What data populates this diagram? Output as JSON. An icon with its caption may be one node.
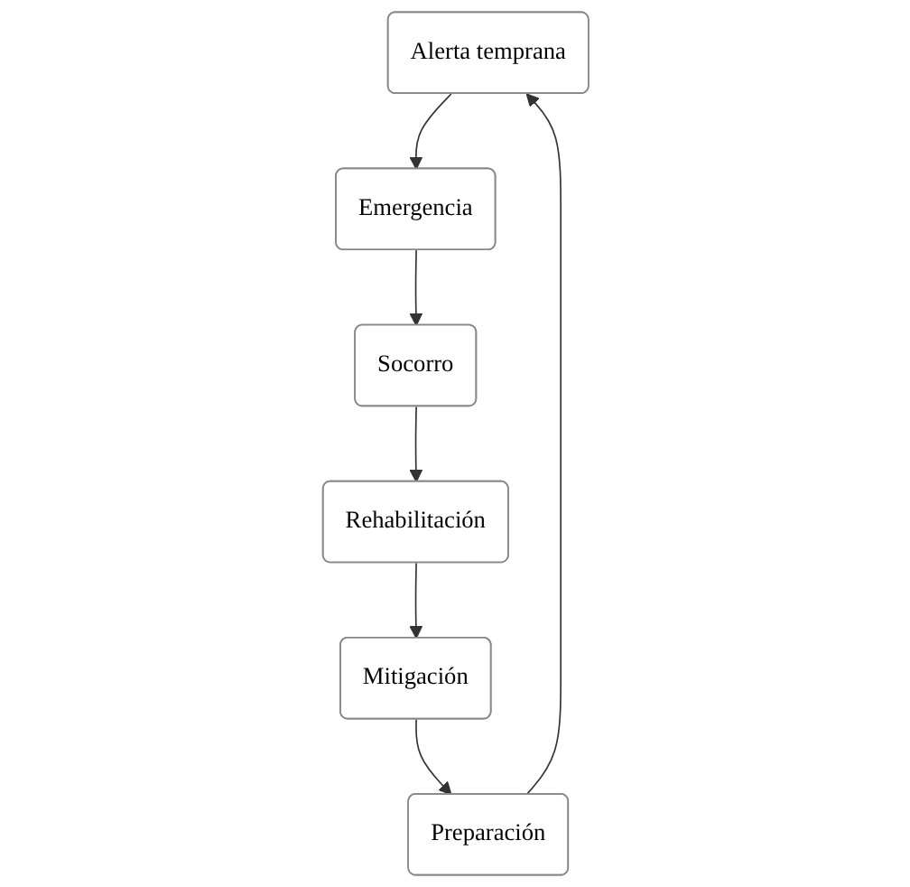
{
  "diagram": {
    "nodes": [
      {
        "text": [
          "Alerta temprana"
        ]
      },
      {
        "text": [
          "Emergencia"
        ]
      },
      {
        "text": [
          "Socorro"
        ]
      },
      {
        "text": [
          "Rehabilitación"
        ]
      },
      {
        "text": [
          "Mitigación"
        ]
      },
      {
        "text": [
          "Preparación"
        ]
      }
    ],
    "edges": [
      {
        "from": 0,
        "to": 1,
        "arrow": "to"
      },
      {
        "from": 1,
        "to": 2,
        "arrow": "to"
      },
      {
        "from": 2,
        "to": 3,
        "arrow": "to"
      },
      {
        "from": 3,
        "to": 4,
        "arrow": "to"
      },
      {
        "from": 4,
        "to": 5,
        "arrow": "to"
      },
      {
        "from": 5,
        "to": 0,
        "arrow": "to"
      }
    ]
  }
}
